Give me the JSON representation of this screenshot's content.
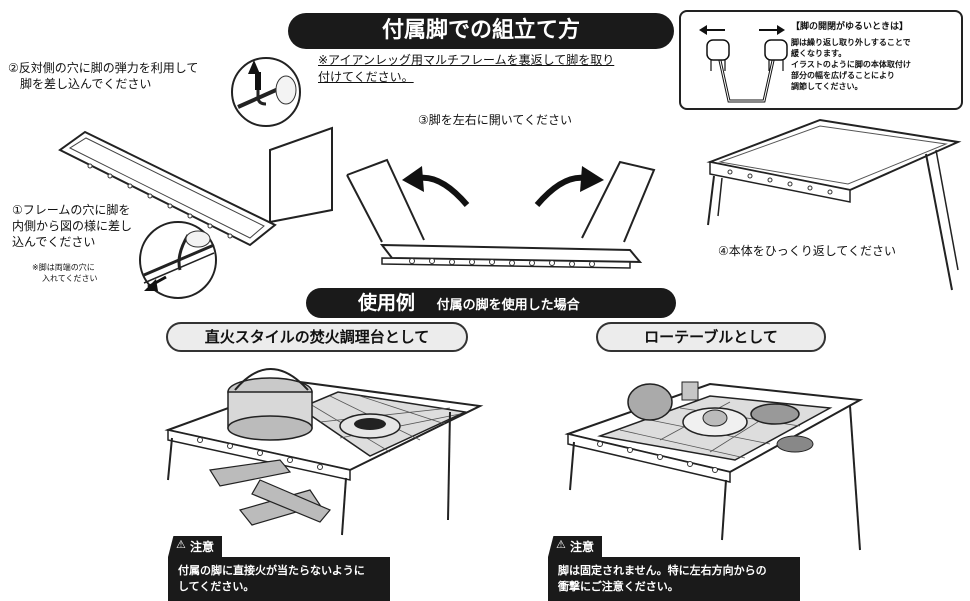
{
  "title": "付属脚での組立て方",
  "subtitle_line1": "※アイアンレッグ用マルチフレームを裏返して脚を取り",
  "subtitle_line2": "付けてください。",
  "steps": {
    "step1_line1": "①フレームの穴に脚を",
    "step1_line2": "内側から図の様に差し",
    "step1_line3": "込んでください",
    "step1_note_line1": "※脚は両端の穴に",
    "step1_note_line2": "入れてください",
    "step2_line1": "②反対側の穴に脚の弾力を利用して",
    "step2_line2": "脚を差し込んでください",
    "step3": "③脚を左右に開いてください",
    "step4": "④本体をひっくり返してください"
  },
  "tip": {
    "title": "【脚の開閉がゆるいときは】",
    "line1": "脚は繰り返し取り外しすることで",
    "line2": "緩くなります。",
    "line3": "イラストのように脚の本体取付け",
    "line4": "部分の幅を広げることにより",
    "line5": "調節してください。"
  },
  "usage": {
    "title": "使用例",
    "subtitle": "付属の脚を使用した場合",
    "left_label": "直火スタイルの焚火調理台として",
    "right_label": "ローテーブルとして"
  },
  "warnings": {
    "tag": "注意",
    "left_line1": "付属の脚に直接火が当たらないように",
    "left_line2": "してください。",
    "right_line1": "脚は固定されません。特に左右方向からの",
    "right_line2": "衝撃にご注意ください。"
  },
  "colors": {
    "dark": "#1a1a1a",
    "light_pill": "#ececec"
  }
}
